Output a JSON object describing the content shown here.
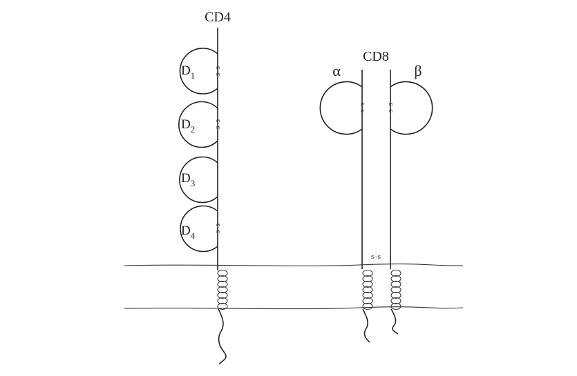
{
  "cd4": {
    "title": "CD4",
    "domains": [
      {
        "name": "D",
        "sub": "1",
        "disulfide": true
      },
      {
        "name": "D",
        "sub": "2",
        "disulfide": true
      },
      {
        "name": "D",
        "sub": "3",
        "disulfide": false
      },
      {
        "name": "D",
        "sub": "4",
        "disulfide": true
      }
    ]
  },
  "cd8": {
    "title": "CD8",
    "alpha_label": "α",
    "beta_label": "β",
    "stalk_bond": "s–s"
  },
  "disulfide_label": "s–s"
}
